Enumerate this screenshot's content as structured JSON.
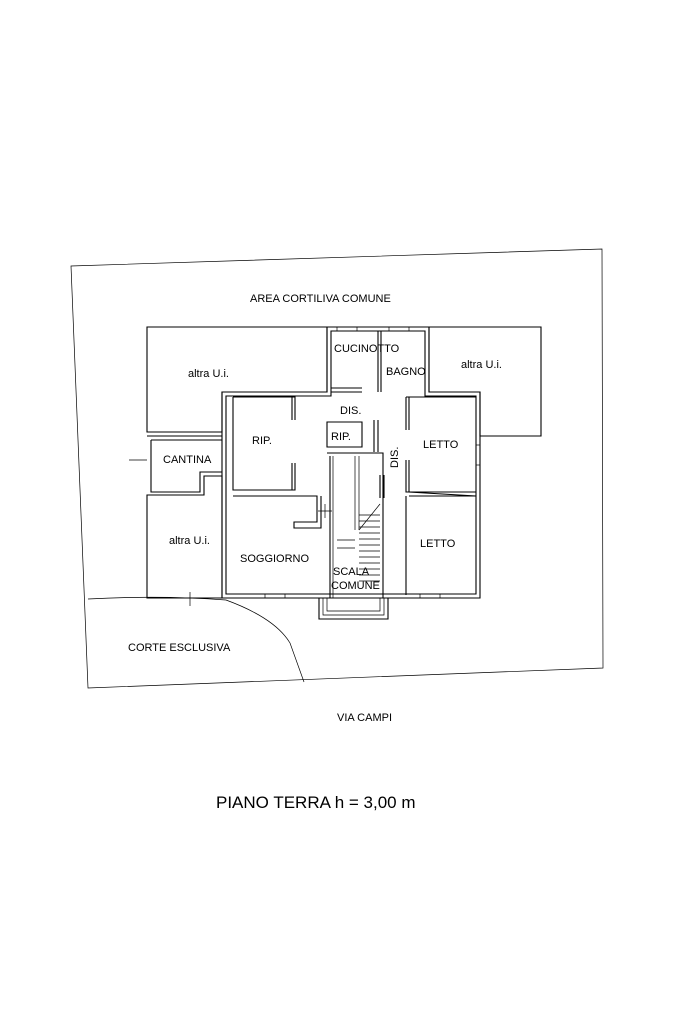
{
  "plan": {
    "outer_area_label": "AREA CORTILIVA COMUNE",
    "rooms": {
      "altra_ui_left": "altra U.i.",
      "altra_ui_right": "altra U.i.",
      "altra_ui_bottom": "altra U.i.",
      "cucinotto": "CUCINOTTO",
      "bagno": "BAGNO",
      "dis_top": "DIS.",
      "dis_vertical": "DIS.",
      "rip_left": "RIP.",
      "rip_center": "RIP.",
      "letto_upper": "LETTO",
      "letto_lower": "LETTO",
      "cantina": "CANTINA",
      "soggiorno": "SOGGIORNO",
      "scala_line1": "SCALA",
      "scala_line2": "COMUNE",
      "corte_esclusiva": "CORTE ESCLUSIVA"
    },
    "street_label": "VIA CAMPI",
    "floor_title": "PIANO TERRA  h = 3,00 m"
  }
}
